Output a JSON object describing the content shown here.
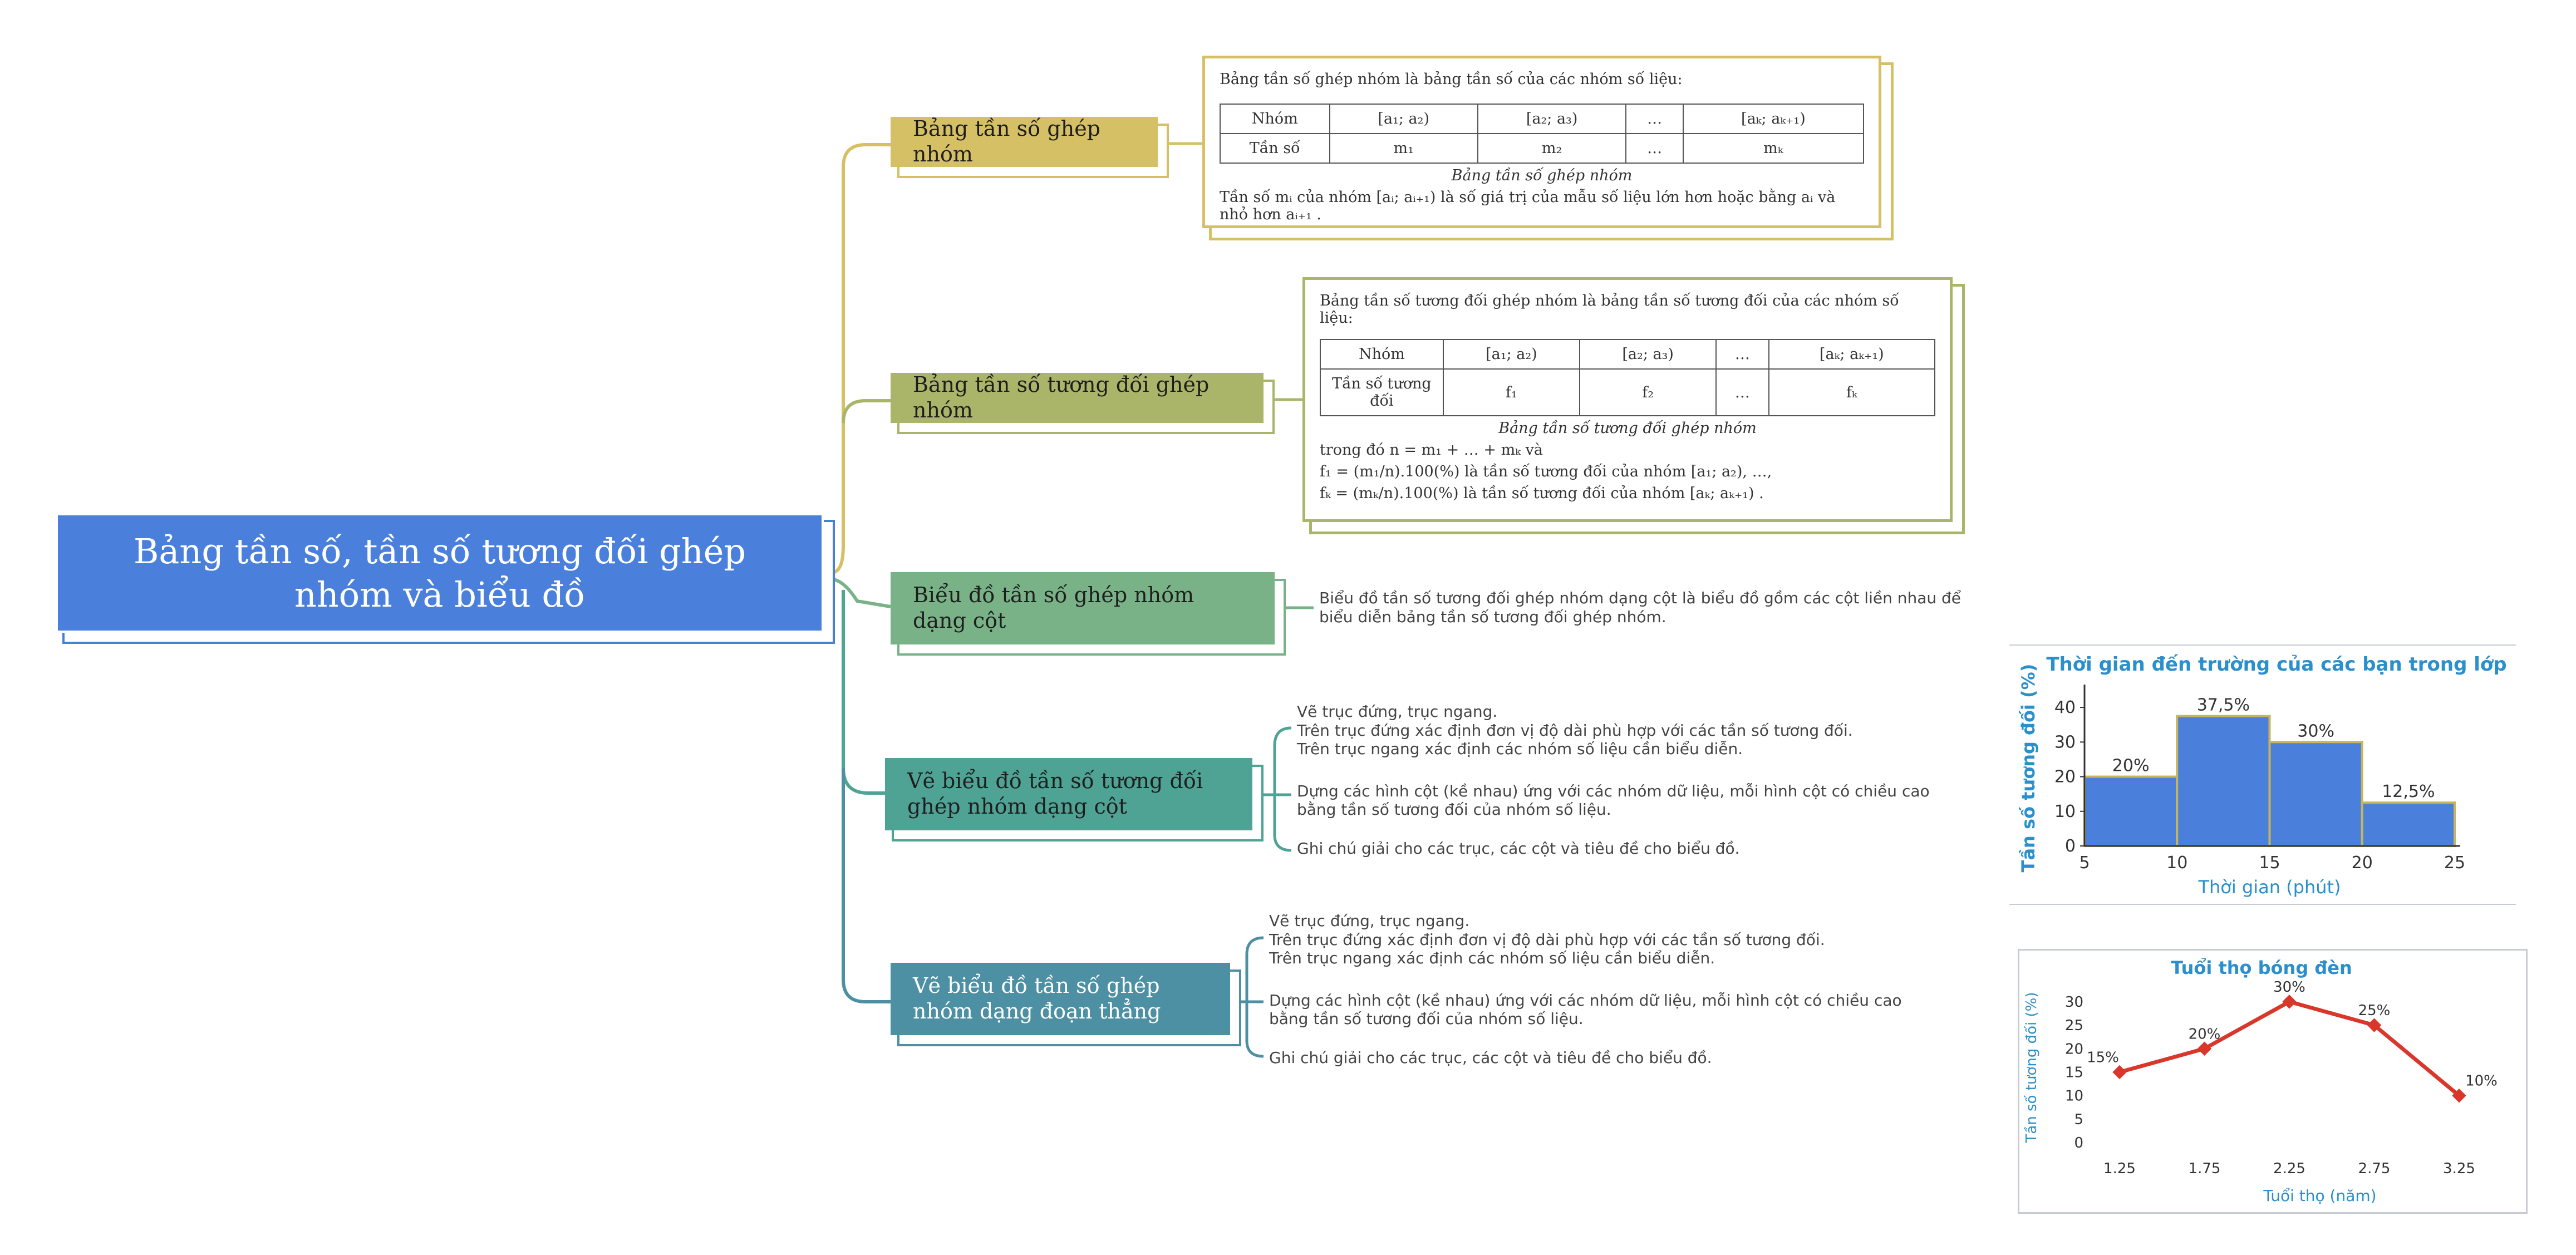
{
  "colors": {
    "root": "#4a80dc",
    "branch1": "#d6c066",
    "branch2": "#aab56a",
    "branch3": "#79b287",
    "branch4": "#4fa395",
    "branch5": "#4d8fa3",
    "chart_bar": "#4a80dc",
    "chart_bar_edge": "#c8b45a",
    "chart_line": "#d9372b",
    "chart_title": "#2b8fcb"
  },
  "root": {
    "title": "Bảng tần số, tần số tương đối ghép nhóm và biểu đồ"
  },
  "branches": [
    {
      "label": "Bảng tần số ghép nhóm"
    },
    {
      "label": "Bảng tần số tương đối ghép nhóm"
    },
    {
      "label": "Biểu đồ tần số ghép nhóm dạng cột"
    },
    {
      "label": "Vẽ biểu đồ tần số tương đối ghép nhóm dạng cột"
    },
    {
      "label": "Vẽ biểu đồ tần số ghép nhóm dạng đoạn thẳng"
    }
  ],
  "panel1": {
    "lead": "Bảng tần số ghép nhóm là bảng tần số của các nhóm số liệu:",
    "table": {
      "rows": [
        [
          "Nhóm",
          "[a₁; a₂)",
          "[a₂; a₃)",
          "…",
          "[aₖ; aₖ₊₁)"
        ],
        [
          "Tần số",
          "m₁",
          "m₂",
          "…",
          "mₖ"
        ]
      ]
    },
    "caption": "Bảng tần số ghép nhóm",
    "note": "Tần số mᵢ của nhóm [aᵢ; aᵢ₊₁) là số giá trị của mẫu số liệu lớn hơn hoặc bằng aᵢ và nhỏ hơn aᵢ₊₁ ."
  },
  "panel2": {
    "lead": "Bảng tần số tương đối ghép nhóm là bảng tần số tương đối của các nhóm số liệu:",
    "table": {
      "rows": [
        [
          "Nhóm",
          "[a₁; a₂)",
          "[a₂; a₃)",
          "…",
          "[aₖ; aₖ₊₁)"
        ],
        [
          "Tần số tương đối",
          "f₁",
          "f₂",
          "…",
          "fₖ"
        ]
      ]
    },
    "caption": "Bảng tần số tương đối ghép nhóm",
    "line1": "trong đó  n = m₁ + … + mₖ  và",
    "formula1": "f₁ = (m₁/n).100(%)  là tần số tương đối của nhóm [a₁; a₂), …,",
    "formula2": "fₖ = (mₖ/n).100(%)  là tần số tương đối của nhóm [aₖ; aₖ₊₁) ."
  },
  "note3": "Biểu đồ tần số tương đối ghép nhóm dạng cột là biểu đồ gồm các cột liền nhau để\nbiểu diễn bảng tần số tương đối ghép nhóm.",
  "steps4": {
    "item1": "Vẽ trục đứng, trục ngang.\nTrên trục đứng xác định đơn vị độ dài phù hợp với các tần số tương đối.\nTrên trục ngang xác định các nhóm số liệu cần biểu diễn.",
    "item2": "Dựng các hình cột (kề nhau) ứng với các nhóm dữ liệu, mỗi hình cột có chiều cao\nbằng tần số tương đối của nhóm số liệu.",
    "item3": "Ghi chú giải cho các trục, các cột và tiêu đề cho biểu đồ."
  },
  "steps5": {
    "item1": "Vẽ trục đứng, trục ngang.\nTrên trục đứng xác định đơn vị độ dài phù hợp với các tần số tương đối.\nTrên trục ngang xác định các nhóm số liệu cần biểu diễn.",
    "item2": "Dựng các hình cột (kề nhau) ứng với các nhóm dữ liệu, mỗi hình cột có chiều cao\nbằng tần số tương đối của nhóm số liệu.",
    "item3": "Ghi chú giải cho các trục, các cột và tiêu đề cho biểu đồ."
  },
  "chart_data": [
    {
      "type": "bar",
      "title": "Thời gian đến trường của các bạn trong lớp",
      "xlabel": "Thời gian (phút)",
      "ylabel": "Tần số tương đối (%)",
      "bin_edges": [
        5,
        10,
        15,
        20,
        25
      ],
      "values": [
        20,
        37.5,
        30,
        12.5
      ],
      "data_labels": [
        "20%",
        "37,5%",
        "30%",
        "12,5%"
      ],
      "yticks": [
        0,
        10,
        20,
        30,
        40
      ],
      "ylim": [
        0,
        45
      ]
    },
    {
      "type": "line",
      "title": "Tuổi thọ bóng đèn",
      "xlabel": "Tuổi thọ (năm)",
      "ylabel": "Tần số tương đối (%)",
      "categories": [
        "1.25",
        "1.75",
        "2.25",
        "2.75",
        "3.25"
      ],
      "values": [
        15,
        20,
        30,
        25,
        10
      ],
      "data_labels": [
        "15%",
        "20%",
        "30%",
        "25%",
        "10%"
      ],
      "yticks": [
        0,
        5,
        10,
        15,
        20,
        25,
        30
      ],
      "ylim": [
        0,
        32
      ]
    }
  ]
}
